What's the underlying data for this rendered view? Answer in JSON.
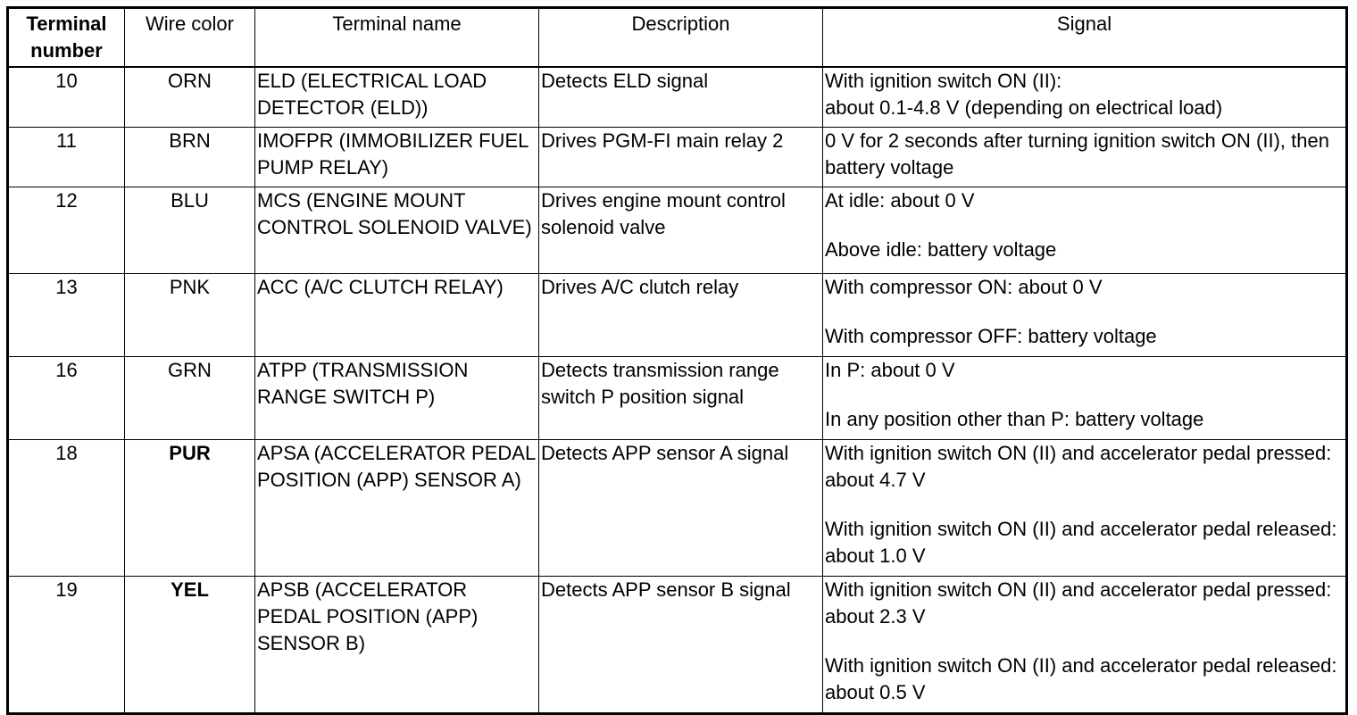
{
  "table": {
    "headers": {
      "terminal_number": "Terminal number",
      "wire_color": "Wire color",
      "terminal_name": "Terminal name",
      "description": "Description",
      "signal": "Signal"
    },
    "rows": [
      {
        "terminal": "10",
        "wire": "ORN",
        "name": "ELD (ELECTRICAL LOAD DETECTOR (ELD))",
        "description": "Detects ELD signal",
        "signal": [
          "With ignition switch ON (II):\nabout 0.1-4.8 V (depending on electrical load)"
        ]
      },
      {
        "terminal": "11",
        "wire": "BRN",
        "name": "IMOFPR (IMMOBILIZER FUEL PUMP RELAY)",
        "description": "Drives PGM-FI main relay 2",
        "signal": [
          "0 V for 2 seconds after turning ignition switch ON (II), then battery voltage"
        ]
      },
      {
        "terminal": "12",
        "wire": "BLU",
        "name": "MCS (ENGINE MOUNT CONTROL SOLENOID VALVE)",
        "description": "Drives engine mount control solenoid valve",
        "signal": [
          "At idle: about 0 V",
          "Above idle: battery voltage"
        ]
      },
      {
        "terminal": "13",
        "wire": "PNK",
        "name": "ACC (A/C CLUTCH RELAY)",
        "description": "Drives A/C clutch relay",
        "signal": [
          "With compressor ON: about 0 V",
          "With compressor OFF: battery voltage"
        ]
      },
      {
        "terminal": "16",
        "wire": "GRN",
        "name": "ATPP (TRANSMISSION RANGE SWITCH P)",
        "description": "Detects transmission range switch P position signal",
        "signal": [
          "In P: about 0 V",
          "In any position other than P: battery voltage"
        ]
      },
      {
        "terminal": "18",
        "wire": "PUR",
        "name": "APSA (ACCELERATOR PEDAL POSITION (APP) SENSOR A)",
        "description": "Detects APP sensor A signal",
        "signal": [
          "With ignition switch ON (II) and accelerator pedal pressed: about 4.7 V",
          "With ignition switch ON (II) and accelerator pedal released: about 1.0 V"
        ]
      },
      {
        "terminal": "19",
        "wire": "YEL",
        "name": "APSB (ACCELERATOR PEDAL POSITION (APP) SENSOR B)",
        "description": "Detects APP sensor B signal",
        "signal": [
          "With ignition switch ON (II) and accelerator pedal pressed: about 2.3 V",
          "With ignition switch ON (II) and accelerator pedal released: about 0.5 V"
        ]
      }
    ]
  }
}
